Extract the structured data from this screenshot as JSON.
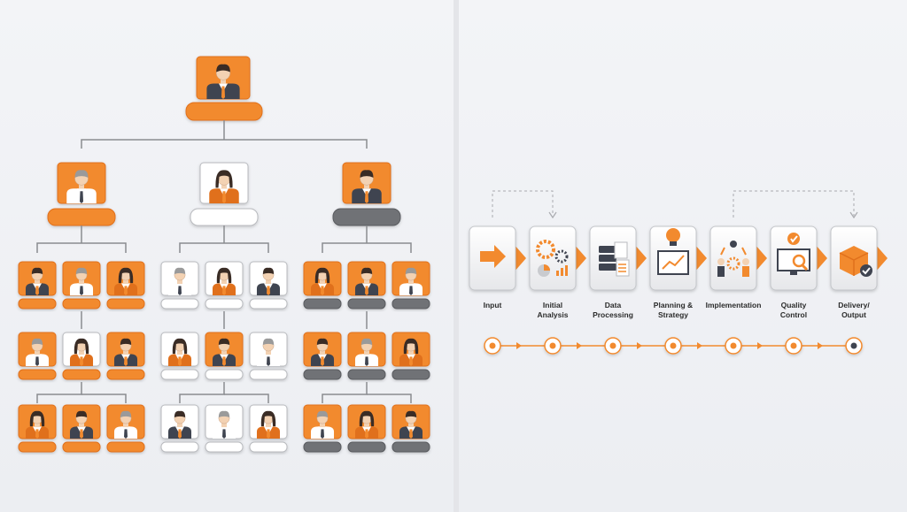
{
  "colors": {
    "orange": "#f28a2e",
    "orange_dark": "#e0701c",
    "gray": "#707276",
    "gray_light": "#f5f5f6",
    "line": "#8a8c90",
    "suit": "#3f4450",
    "skin": "#f3d2b3",
    "hair": "#3a2c25"
  },
  "org_chart": {
    "root": {
      "role": "executive",
      "label_style": "orange"
    },
    "divisions": [
      {
        "head_box": "orange",
        "head_label": "orange",
        "team_label": "orange"
      },
      {
        "head_box": "white",
        "head_label": "white",
        "team_label": "white"
      },
      {
        "head_box": "orange",
        "head_label": "gray",
        "team_label": "gray"
      }
    ],
    "team_rows": 3,
    "members_per_row": 3
  },
  "process": {
    "steps": [
      {
        "label": "Input",
        "icon": "arrow-right-icon",
        "small_icon": "gear-icon"
      },
      {
        "label": "Initial\nAnalysis",
        "icon": "gears-chart-icon",
        "small_icon": "gears-icon"
      },
      {
        "label": "Data\nProcessing",
        "icon": "server-document-icon",
        "small_icon": "database-icon"
      },
      {
        "label": "Planning &\nStrategy",
        "icon": "lightbulb-chart-icon",
        "small_icon": "chart-icon"
      },
      {
        "label": "Implementation",
        "icon": "team-gear-icon",
        "small_icon": "team-icon"
      },
      {
        "label": "Quality\nControl",
        "icon": "monitor-magnifier-icon",
        "small_icon": "magnifier-icon"
      },
      {
        "label": "Delivery/\nOutput",
        "icon": "package-check-icon",
        "small_icon": "check-icon"
      }
    ]
  }
}
